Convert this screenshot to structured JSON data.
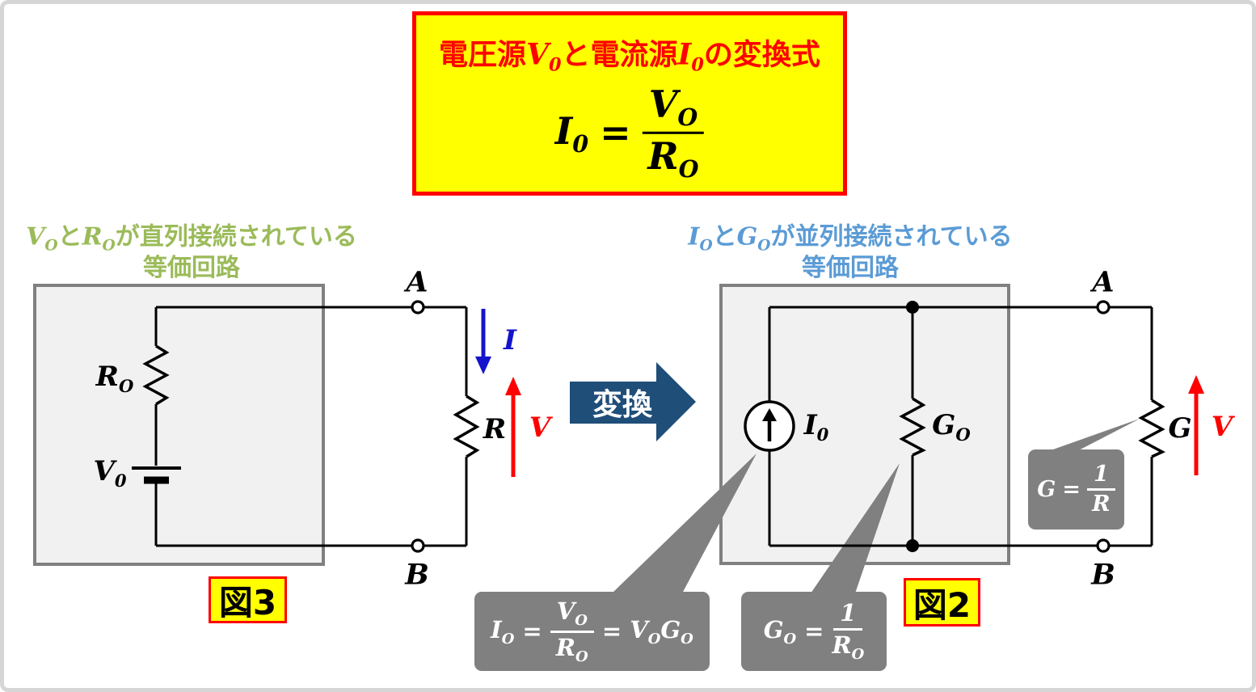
{
  "page": {
    "background": "#FFFFFF",
    "border_color": "#D6D6D6"
  },
  "title_box": {
    "bg": "#FFFF00",
    "border": "#FF0000",
    "text_color": "#FF0000",
    "heading": {
      "pre": "電圧源",
      "v": "V",
      "v_sub": "0",
      "mid": "と電流源",
      "i": "I",
      "i_sub": "0",
      "post": "の変換式"
    },
    "formula": {
      "lhs": "I",
      "lhs_sub": "0",
      "eq": "=",
      "num": "V",
      "num_sub": "O",
      "den": "R",
      "den_sub": "O"
    }
  },
  "left_circuit": {
    "caption_color": "#9BBB59",
    "caption": {
      "v": "V",
      "v_sub": "O",
      "and": "と",
      "r": "R",
      "r_sub": "O",
      "rest": "が直列接続されている",
      "line2": "等価回路"
    },
    "resistor": {
      "base": "R",
      "sub": "O"
    },
    "source": {
      "base": "V",
      "sub": "0"
    },
    "terminal_top": "A",
    "terminal_bottom": "B",
    "load_resistor": "R",
    "current": "I",
    "voltage": "V",
    "figure_label": "図3"
  },
  "transform_arrow": {
    "label": "変換",
    "fill": "#1F4E79",
    "text_color": "#FFFFFF"
  },
  "right_circuit": {
    "caption_color": "#5B9BD5",
    "caption": {
      "i": "I",
      "i_sub": "O",
      "and": "と",
      "g": "G",
      "g_sub": "O",
      "rest": "が並列接続されている",
      "line2": "等価回路"
    },
    "source": {
      "base": "I",
      "sub": "0"
    },
    "conductance": {
      "base": "G",
      "sub": "O"
    },
    "terminal_top": "A",
    "terminal_bottom": "B",
    "load_resistor": "G",
    "voltage": "V",
    "figure_label": "図2"
  },
  "figure_badge": {
    "bg": "#FFFF00",
    "border": "#FF0000"
  },
  "callouts": {
    "bg": "#808080",
    "text_color": "#FFFFFF",
    "i0_formula": {
      "lhs": "I",
      "lhs_sub": "O",
      "eq1": "=",
      "num": "V",
      "num_sub": "O",
      "den": "R",
      "den_sub": "O",
      "eq2": "=",
      "p1": "V",
      "p1_sub": "O",
      "p2": "G",
      "p2_sub": "O"
    },
    "g0_formula": {
      "lhs": "G",
      "lhs_sub": "O",
      "eq": "=",
      "num": "1",
      "den": "R",
      "den_sub": "O"
    },
    "g_formula": {
      "lhs": "G",
      "eq": "=",
      "num": "1",
      "den": "R"
    }
  },
  "colors": {
    "wire": "#000000",
    "current_arrow": "#1414CC",
    "voltage_arrow": "#FF0000",
    "circuit_box_fill": "#F1F1F1",
    "circuit_box_border": "#808080",
    "transform_arrow_fill": "#1F4E79",
    "callout_gray": "#808080"
  }
}
